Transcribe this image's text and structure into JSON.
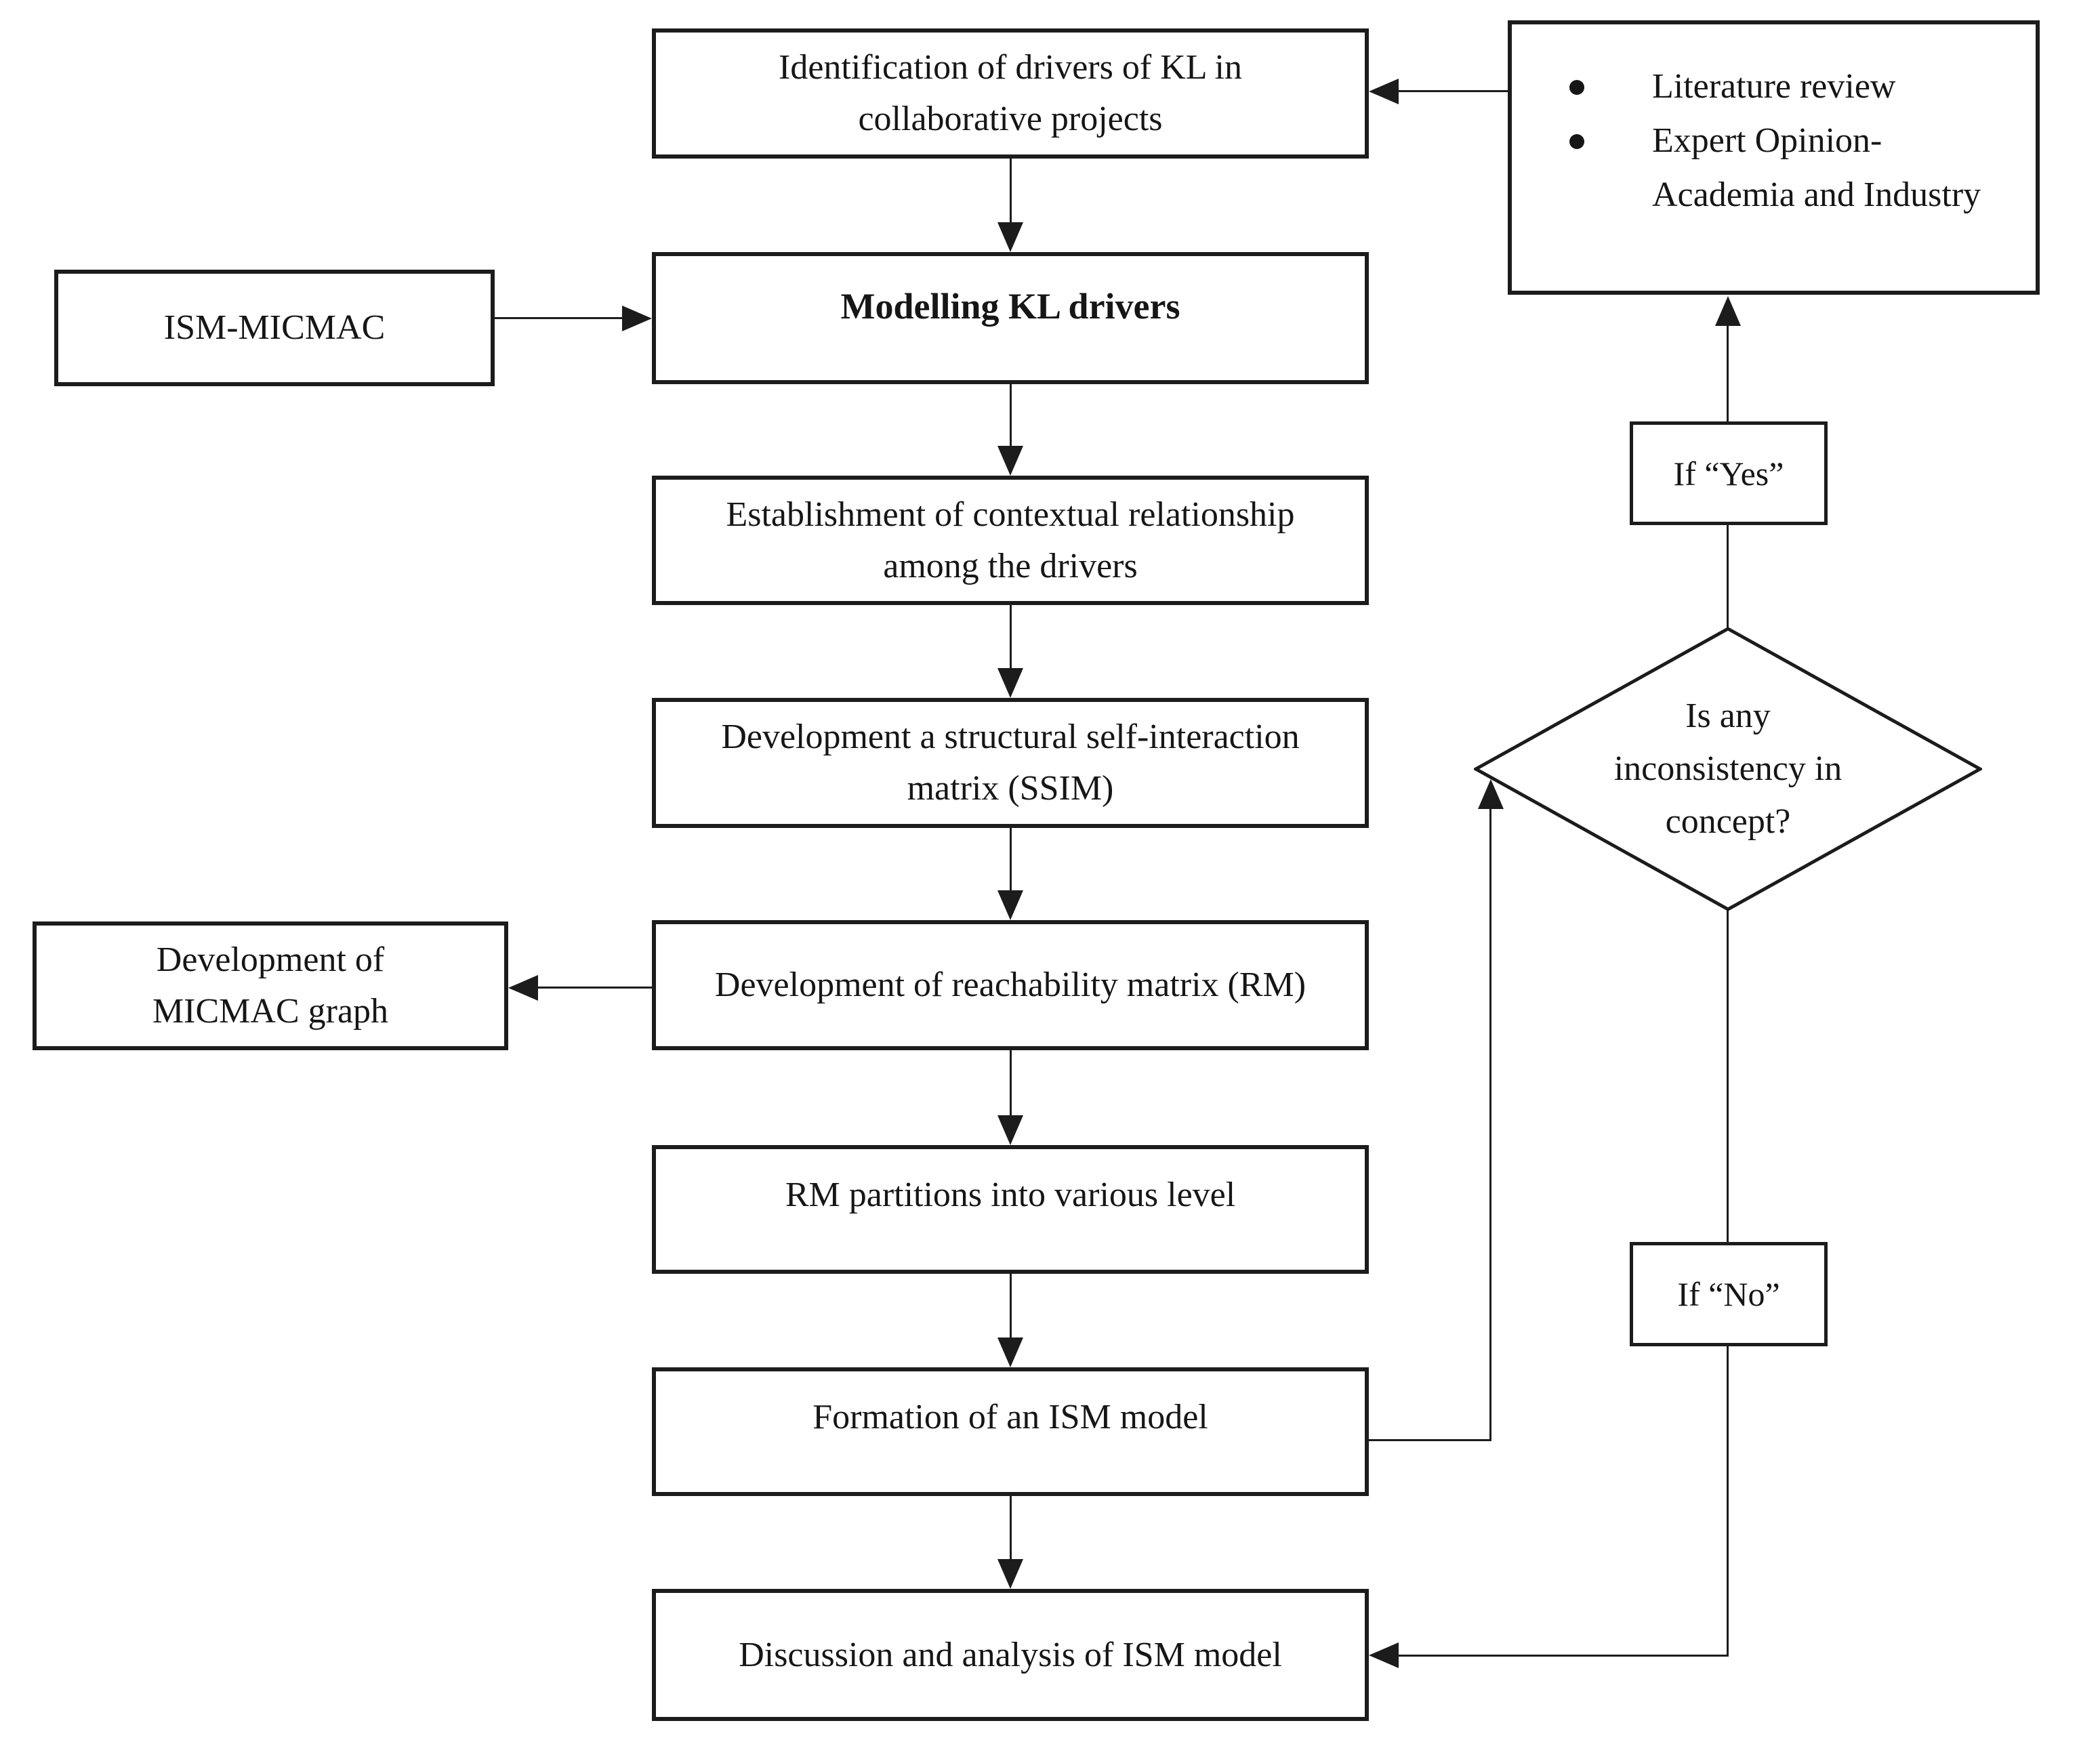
{
  "diagram": {
    "title_hint": "ISM-MICMAC research methodology flowchart",
    "colors": {
      "ink": "#1c1c1c",
      "box_bg": "#ffffff",
      "page_bg": "#ffffff"
    },
    "nodes": {
      "identification": {
        "label": "Identification of drivers of KL in collaborative projects"
      },
      "sources": {
        "items": [
          "Literature review",
          "Expert Opinion- Academia and Industry"
        ]
      },
      "ism_micmac": {
        "label": "ISM-MICMAC"
      },
      "modelling": {
        "label": "Modelling KL drivers"
      },
      "establishment": {
        "label": "Establishment of contextual relationship among the drivers"
      },
      "ssim": {
        "label": "Development a structural self-interaction matrix (SSIM)"
      },
      "micmac_graph": {
        "label": "Development of MICMAC graph"
      },
      "reachability": {
        "label": "Development of reachability matrix (RM)"
      },
      "partitions": {
        "label": "RM partitions into various level"
      },
      "formation": {
        "label": "Formation of an ISM model"
      },
      "discussion": {
        "label": "Discussion and analysis of ISM model"
      },
      "decision": {
        "label": "Is any inconsistency in concept?"
      },
      "if_yes": {
        "label": "If “Yes”"
      },
      "if_no": {
        "label": "If “No”"
      }
    }
  }
}
